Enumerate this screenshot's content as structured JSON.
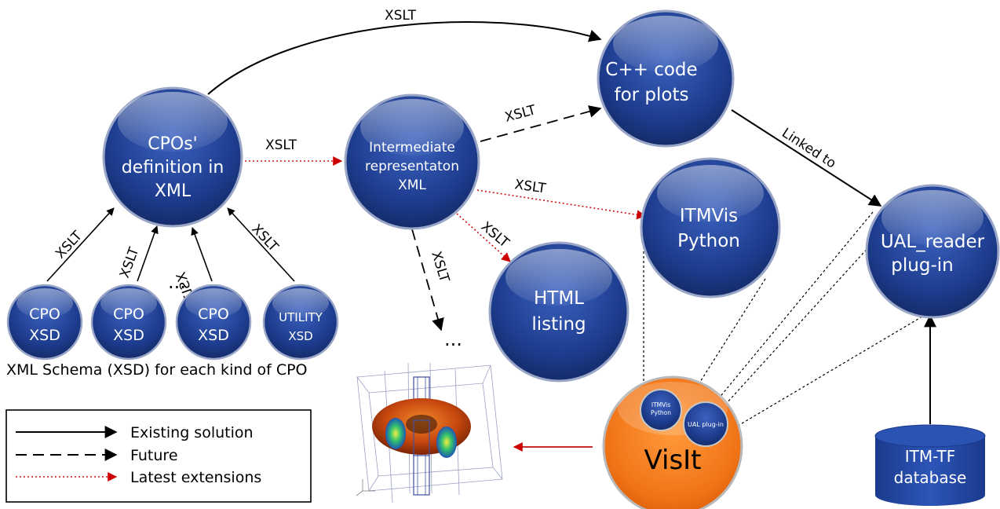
{
  "nodes": {
    "cpos_definition": [
      "CPOs'",
      "definition in",
      "XML"
    ],
    "intermediate": [
      "Intermediate",
      "representaton",
      "XML"
    ],
    "cpp_code": [
      "C++ code",
      "for plots"
    ],
    "itmvis_python": [
      "ITMVis",
      "Python"
    ],
    "ual_reader": [
      "UAL_reader",
      "plug-in"
    ],
    "html_listing": [
      "HTML",
      "listing"
    ],
    "cpo_xsd_1": [
      "CPO",
      "XSD"
    ],
    "cpo_xsd_2": [
      "CPO",
      "XSD"
    ],
    "cpo_xsd_3": [
      "CPO",
      "XSD"
    ],
    "utility_xsd": [
      "UTILITY",
      "XSD"
    ],
    "visit": "VisIt",
    "visit_itmvis": [
      "ITMVis",
      "Python"
    ],
    "visit_ual": "UAL plug-in",
    "database": [
      "ITM-TF",
      "database"
    ]
  },
  "edge_labels": {
    "top_arc": "XSLT",
    "cpos_to_intermediate": "XSLT",
    "intermediate_to_cpp": "XSLT",
    "intermediate_to_itmvis": "XSLT",
    "intermediate_to_html": "XSLT",
    "intermediate_to_more": "XSLT",
    "xsd1": "XSLT",
    "xsd2": "XSLT",
    "xsd3": "XSLT",
    "utility": "XSLT",
    "cpp_to_ual": "Linked to"
  },
  "ellipsis_xsd": "...",
  "ellipsis_more": "...",
  "xsd_caption": "XML Schema (XSD) for each kind of CPO",
  "legend": {
    "existing": "Existing solution",
    "future": "Future",
    "latest": "Latest extensions"
  },
  "colors": {
    "node_blue": "#1f3f8f",
    "visit_orange": "#f07a1a",
    "latest_red": "#d01010"
  }
}
